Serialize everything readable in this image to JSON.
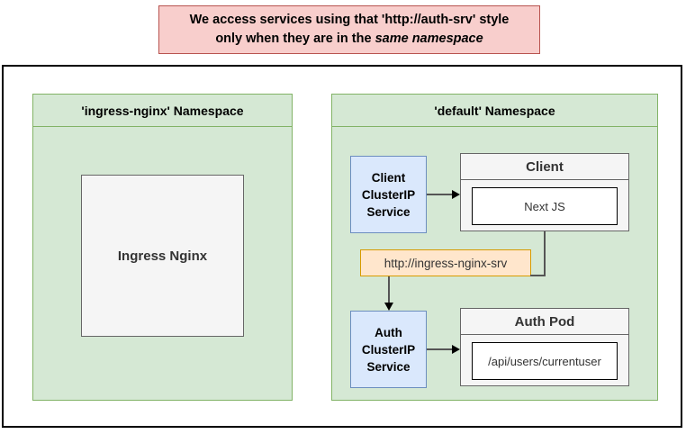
{
  "banner": {
    "line1": "We access services using that 'http://auth-srv' style",
    "line2_prefix": "only when they are in the ",
    "line2_italic": "same namespace"
  },
  "namespaces": [
    {
      "id": "ingress-nginx",
      "header": "'ingress-nginx' Namespace",
      "box_label": "Ingress Nginx"
    },
    {
      "id": "default",
      "header": "'default' Namespace"
    }
  ],
  "services": [
    {
      "id": "client-clusterip",
      "line1": "Client",
      "line2": "ClusterIP",
      "line3": "Service"
    },
    {
      "id": "auth-clusterip",
      "line1": "Auth",
      "line2": "ClusterIP",
      "line3": "Service"
    }
  ],
  "pods": [
    {
      "id": "client-pod",
      "title": "Client",
      "inner": "Next JS"
    },
    {
      "id": "auth-pod",
      "title": "Auth Pod",
      "inner": "/api/users/currentuser"
    }
  ],
  "url_label": {
    "text": "http://ingress-nginx-srv"
  },
  "colors": {
    "banner_fill": "#f8cecc",
    "banner_border": "#b85450",
    "namespace_fill": "#d5e8d4",
    "namespace_border": "#82b366",
    "service_fill": "#dae8fc",
    "service_border": "#6c8ebf",
    "pod_fill": "#f5f5f5",
    "pod_border": "#666666",
    "url_fill": "#ffe6cc",
    "url_border": "#d79b00",
    "frame_border": "#000000"
  }
}
